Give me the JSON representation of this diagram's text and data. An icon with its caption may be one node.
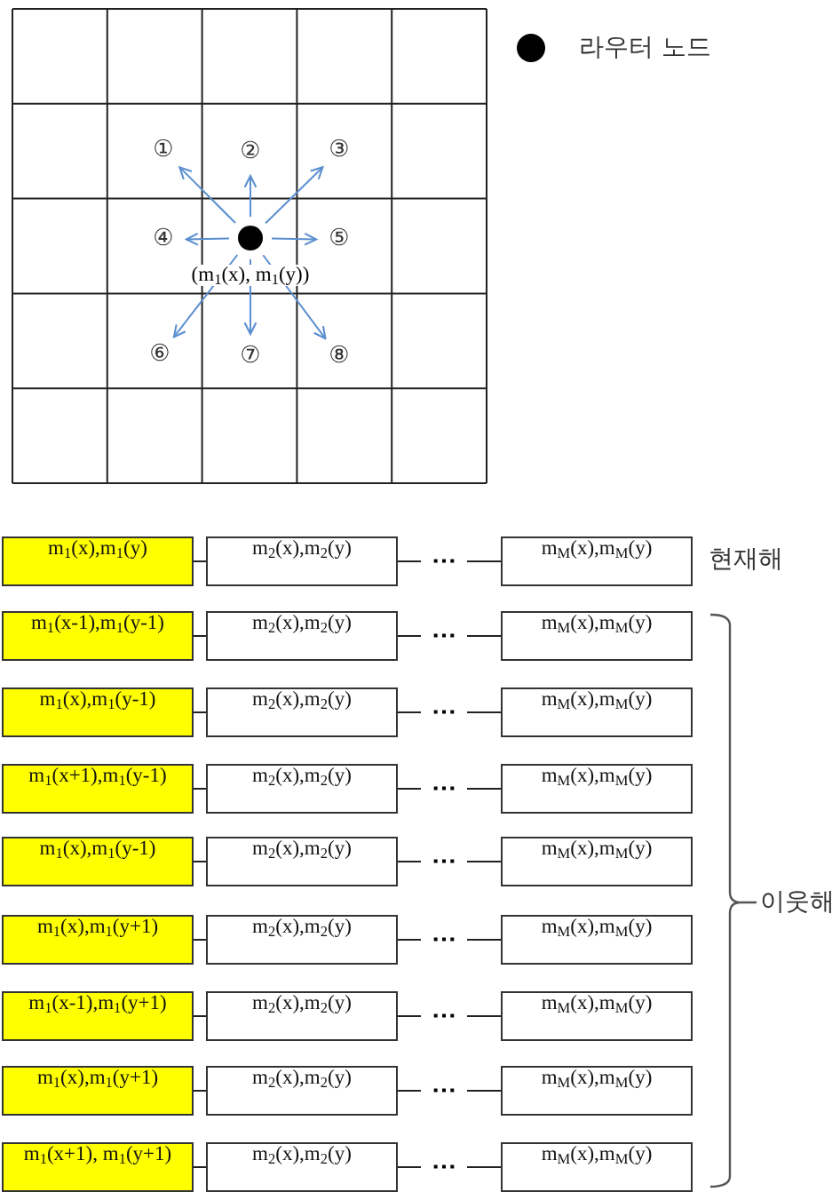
{
  "diagram": {
    "nodes": [
      {
        "text": [],
        "shape": "circle",
        "beside": [
          "(m$_{1}$(x), m$_{1}$(y))"
        ]
      },
      {
        "text": [
          "①"
        ]
      },
      {
        "text": [
          "②"
        ]
      },
      {
        "text": [
          "③"
        ]
      },
      {
        "text": [
          "④"
        ]
      },
      {
        "text": [
          "⑤"
        ]
      },
      {
        "text": [
          "⑥"
        ]
      },
      {
        "text": [
          "⑦"
        ]
      },
      {
        "text": [
          "⑧"
        ]
      },
      {
        "text": [
          "m$_{1}$(x),m$_{1}$(y)"
        ]
      },
      {
        "text": [
          "m$_{2}$(x),m$_{2}$(y)"
        ]
      },
      {
        "text": [
          "⋯"
        ]
      },
      {
        "text": [
          "m$_{M}$(x),m$_{M}$(y)"
        ],
        "beside": [
          "현재해"
        ]
      },
      {
        "text": [
          "m$_{1}$(x-1),m$_{1}$(y-1)"
        ]
      },
      {
        "text": [
          "m$_{2}$(x),m$_{2}$(y)"
        ]
      },
      {
        "text": [
          "⋯"
        ]
      },
      {
        "text": [
          "m$_{M}$(x),m$_{M}$(y)"
        ]
      },
      {
        "text": [
          "m$_{1}$(x),m$_{1}$(y-1)"
        ]
      },
      {
        "text": [
          "m$_{2}$(x),m$_{2}$(y)"
        ]
      },
      {
        "text": [
          "⋯"
        ]
      },
      {
        "text": [
          "m$_{M}$(x),m$_{M}$(y)"
        ]
      },
      {
        "text": [
          "m$_{1}$(x+1),m$_{1}$(y-1)"
        ]
      },
      {
        "text": [
          "m$_{2}$(x),m$_{2}$(y)"
        ]
      },
      {
        "text": [
          "⋯"
        ]
      },
      {
        "text": [
          "m$_{M}$(x),m$_{M}$(y)"
        ]
      },
      {
        "text": [
          "m$_{1}$(x),m$_{1}$(y-1)"
        ]
      },
      {
        "text": [
          "m$_{2}$(x),m$_{2}$(y)"
        ]
      },
      {
        "text": [
          "⋯"
        ]
      },
      {
        "text": [
          "m$_{M}$(x),m$_{M}$(y)"
        ]
      },
      {
        "text": [
          "m$_{1}$(x),m$_{1}$(y+1)"
        ]
      },
      {
        "text": [
          "m$_{2}$(x),m$_{2}$(y)"
        ]
      },
      {
        "text": [
          "⋯"
        ]
      },
      {
        "text": [
          "m$_{M}$(x),m$_{M}$(y)"
        ]
      },
      {
        "text": [
          "m$_{1}$(x-1),m$_{1}$(y+1)"
        ]
      },
      {
        "text": [
          "m$_{2}$(x),m$_{2}$(y)"
        ]
      },
      {
        "text": [
          "⋯"
        ]
      },
      {
        "text": [
          "m$_{M}$(x),m$_{M}$(y)"
        ]
      },
      {
        "text": [
          "m$_{1}$(x),m$_{1}$(y+1)"
        ]
      },
      {
        "text": [
          "m$_{2}$(x),m$_{2}$(y)"
        ]
      },
      {
        "text": [
          "⋯"
        ]
      },
      {
        "text": [
          "m$_{M}$(x),m$_{M}$(y)"
        ]
      },
      {
        "text": [
          "m$_{1}$(x+1), m$_{1}$(y+1)"
        ]
      },
      {
        "text": [
          "m$_{2}$(x),m$_{2}$(y)"
        ]
      },
      {
        "text": [
          "⋯"
        ]
      },
      {
        "text": [
          "m$_{M}$(x),m$_{M}$(y)"
        ]
      }
    ],
    "edges": [
      {
        "from": 0,
        "to": 1,
        "arrow": "to",
        "color": "#5b8fd0"
      },
      {
        "from": 0,
        "to": 2,
        "arrow": "to",
        "color": "#5b8fd0"
      },
      {
        "from": 0,
        "to": 3,
        "arrow": "to",
        "color": "#5b8fd0"
      },
      {
        "from": 0,
        "to": 4,
        "arrow": "to",
        "color": "#5b8fd0"
      },
      {
        "from": 0,
        "to": 5,
        "arrow": "to",
        "color": "#5b8fd0"
      },
      {
        "from": 0,
        "to": 6,
        "arrow": "to",
        "color": "#5b8fd0"
      },
      {
        "from": 0,
        "to": 7,
        "arrow": "to",
        "color": "#5b8fd0"
      },
      {
        "from": 0,
        "to": 8,
        "arrow": "to",
        "color": "#5b8fd0"
      },
      {
        "from": 9,
        "to": 10,
        "arrow": "none"
      },
      {
        "from": 10,
        "to": 11,
        "arrow": "none"
      },
      {
        "from": 11,
        "to": 12,
        "arrow": "none"
      },
      {
        "from": 13,
        "to": 14,
        "arrow": "none"
      },
      {
        "from": 14,
        "to": 15,
        "arrow": "none"
      },
      {
        "from": 15,
        "to": 16,
        "arrow": "none"
      },
      {
        "from": 17,
        "to": 18,
        "arrow": "none"
      },
      {
        "from": 18,
        "to": 19,
        "arrow": "none"
      },
      {
        "from": 19,
        "to": 20,
        "arrow": "none"
      },
      {
        "from": 21,
        "to": 22,
        "arrow": "none"
      },
      {
        "from": 22,
        "to": 23,
        "arrow": "none"
      },
      {
        "from": 23,
        "to": 24,
        "arrow": "none"
      },
      {
        "from": 25,
        "to": 26,
        "arrow": "none"
      },
      {
        "from": 26,
        "to": 27,
        "arrow": "none"
      },
      {
        "from": 27,
        "to": 28,
        "arrow": "none"
      },
      {
        "from": 29,
        "to": 30,
        "arrow": "none"
      },
      {
        "from": 30,
        "to": 31,
        "arrow": "none"
      },
      {
        "from": 31,
        "to": 32,
        "arrow": "none"
      },
      {
        "from": 33,
        "to": 34,
        "arrow": "none"
      },
      {
        "from": 34,
        "to": 35,
        "arrow": "none"
      },
      {
        "from": 35,
        "to": 36,
        "arrow": "none"
      },
      {
        "from": 37,
        "to": 38,
        "arrow": "none"
      },
      {
        "from": 38,
        "to": 39,
        "arrow": "none"
      },
      {
        "from": 39,
        "to": 40,
        "arrow": "none"
      },
      {
        "from": 41,
        "to": 42,
        "arrow": "none"
      },
      {
        "from": 42,
        "to": 43,
        "arrow": "none"
      },
      {
        "from": 43,
        "to": 44,
        "arrow": "none"
      }
    ],
    "labels": [
      "이웃해"
    ],
    "legend": [
      {
        "text": "라우터 노드"
      }
    ]
  }
}
